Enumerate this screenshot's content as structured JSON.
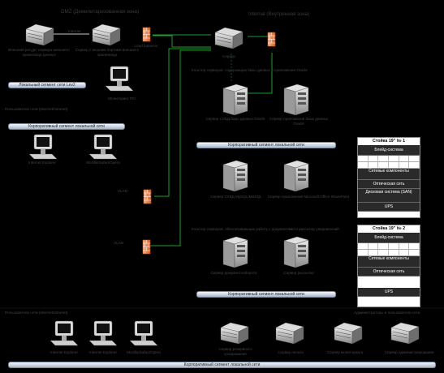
{
  "headers": {
    "dmz": "DMZ (Демилитаризованная зона)",
    "internal": "Internal (Внутренняя зона)"
  },
  "labels": {
    "ext_backup": "Внешний ресурс сервера внешнего хранилища данных",
    "ext_router": "Сервер с вешним портами внешнего хранилища",
    "inet": "Internet",
    "lb": "Load balancer",
    "srv_center": "Сервер",
    "local_user": "Мониторинг ПО",
    "users_top": "Пользователи сети (Internet/Intranet)",
    "user_win": "Internet Explorer",
    "user_mac": "Mozilla/Safari/Opera",
    "servers_group1": "Кластер серверов, содержащих базы данных и приложения Oracle",
    "db_srv": "Сервер СУБД базы данных Oracle",
    "app_srv": "Сервер приложений базы данных Oracle",
    "srv_a": "Сервер СУБД MySQL/MSSQL",
    "srv_b": "Сервер приложений Microsoft Office SharePoint",
    "fw_mid": "VLAN",
    "fw_low": "VLAN",
    "servers_group2": "Кластер серверов, обеспечивающих работу с документами и рассылку уведомлений",
    "srv_c": "Сервер документооборота",
    "srv_d": "Сервер рассылки",
    "users_bottom": "Пользователи сети (Internet/Intranet)",
    "bu1": "Internet Explorer",
    "bu2": "Internet Explorer",
    "bu3": "Mozilla/Safari/Opera",
    "bs1": "Сервер резервного копирования",
    "bs2": "Сервер печати",
    "bs3": "Сервер мониторинга",
    "bs4": "Сервер администрирования",
    "bottom_right_note": "Администраторы и пользователи сети"
  },
  "bars": {
    "local": "Локальный сегмент сети  Lev2",
    "corp1": "Корпоративный сегмент локальной сети",
    "corp2": "Корпоративный сегмент локальной сети",
    "corp3": "Корпоративный сегмент локальной сети",
    "corp4": "Корпоративный сегмент локальной сети"
  },
  "rack1": {
    "title": "Стойка 19\" № 1",
    "items": [
      "Блейд-система",
      "Сетевые компоненты",
      "Оптическая сеть",
      "Дисковая система (SAN)",
      "UPS"
    ]
  },
  "rack2": {
    "title": "Стойка 19\" № 2",
    "items": [
      "Блейд-система",
      "Сетевые компоненты",
      "Оптическая сеть",
      "UPS"
    ]
  },
  "colors": {
    "link": "#1e9e2a",
    "bg": "#000000",
    "firewall": "#e07a30"
  }
}
